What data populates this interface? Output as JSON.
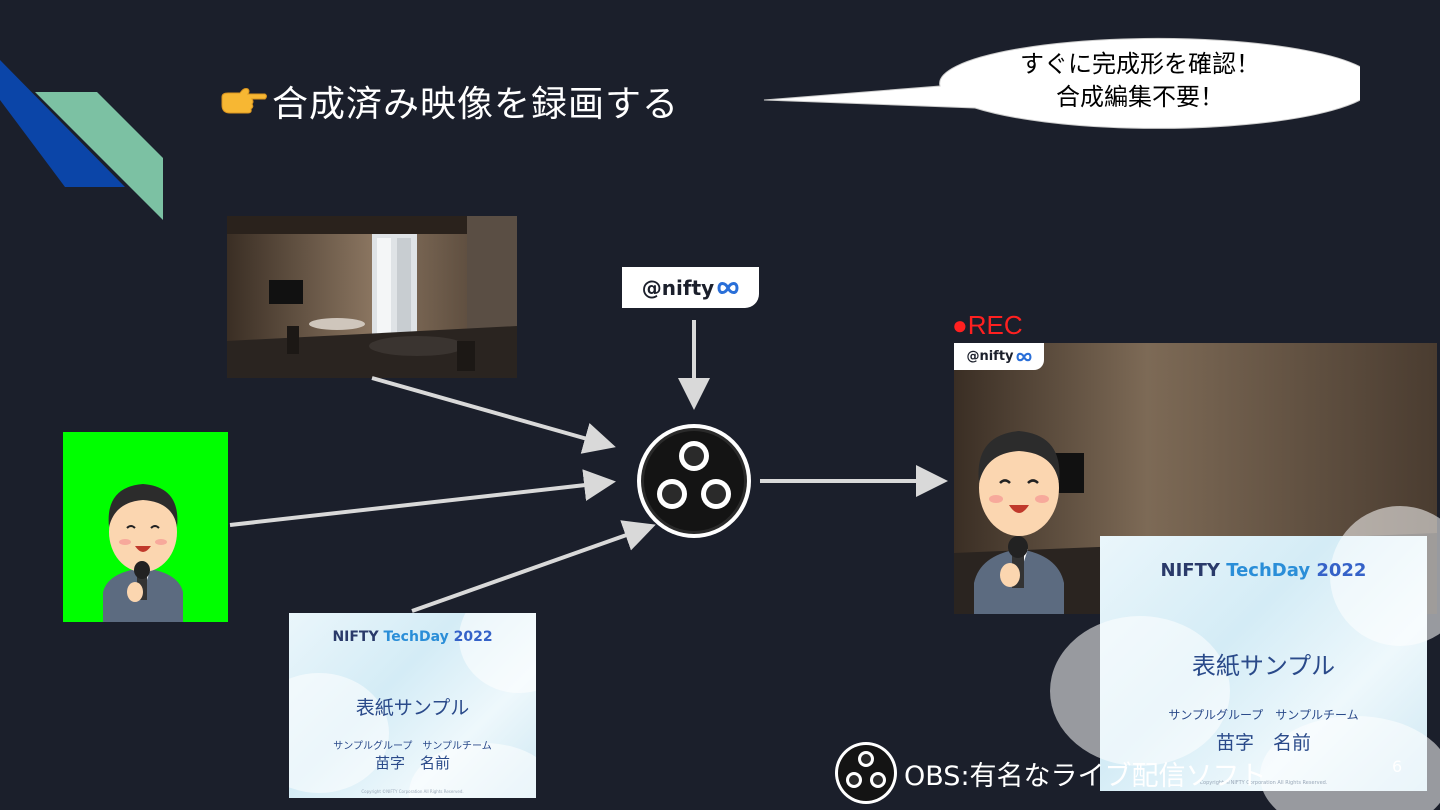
{
  "title": {
    "text": "合成済み映像を録画する",
    "icon": "pointing-hand-icon"
  },
  "bubble": {
    "line1": "すぐに完成形を確認！",
    "line2": "合成編集不要！"
  },
  "logo": {
    "text": "@nifty",
    "icon": "nifty-infinity-icon"
  },
  "rec": {
    "text": "●REC"
  },
  "slide": {
    "brand_nifty": "NIFTY",
    "brand_tech": "TechDay",
    "brand_year": "2022",
    "title": "表紙サンプル",
    "group": "サンプルグループ　サンプルチーム",
    "name": "苗字　名前",
    "copyright": "Copyright ©NIFTY Corporation All Rights Reserved."
  },
  "footer": {
    "text": "OBS:有名なライブ配信ソフト",
    "icon": "obs-logo-icon"
  },
  "page_number": "6",
  "colors": {
    "background": "#1b1f2b",
    "green_screen": "#00ff00",
    "rec_red": "#ff2020",
    "stripe_blue": "#0b45a8",
    "stripe_teal": "#7cc1a3"
  }
}
